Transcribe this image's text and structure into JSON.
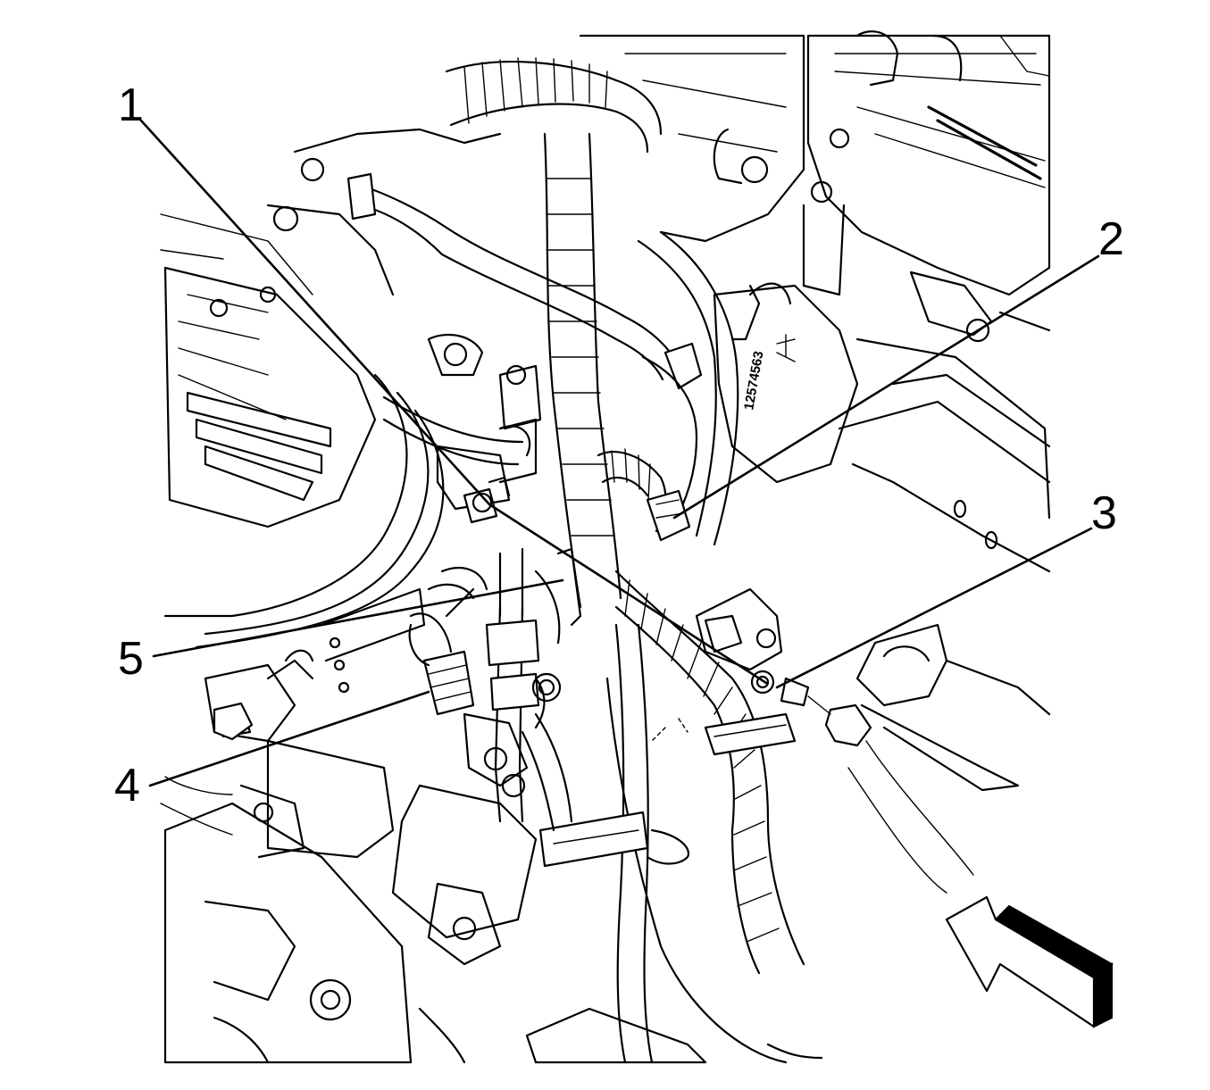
{
  "callouts": [
    {
      "id": "1",
      "label": "1"
    },
    {
      "id": "2",
      "label": "2"
    },
    {
      "id": "3",
      "label": "3"
    },
    {
      "id": "4",
      "label": "4"
    },
    {
      "id": "5",
      "label": "5"
    }
  ],
  "part_stamp": "12574563",
  "view_arrow": "view-direction-arrow",
  "colors": {
    "ink": "#000000",
    "paper": "#ffffff"
  }
}
